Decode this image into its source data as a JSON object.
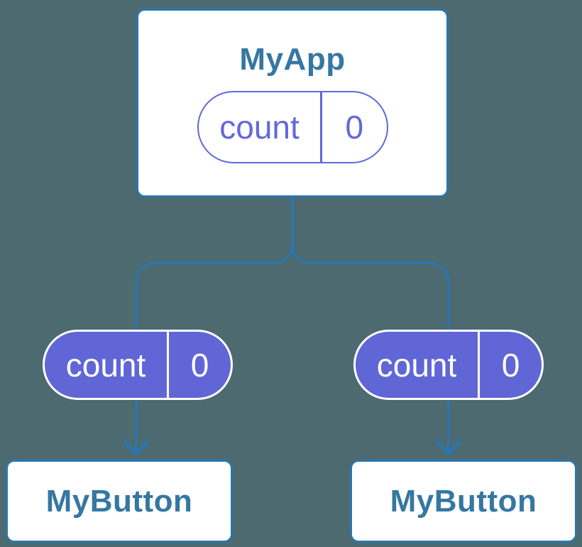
{
  "colors": {
    "background": "#4C6A70",
    "connector_blue": "#2C76AC",
    "title_blue": "#3577A2",
    "pill_purple_fill": "#6166D6",
    "pill_purple_outline": "#6268DB",
    "card_fill": "#FFFFFF"
  },
  "root": {
    "title": "MyApp",
    "state": {
      "name": "count",
      "value": "0"
    }
  },
  "children": [
    {
      "title": "MyButton",
      "state": {
        "name": "count",
        "value": "0"
      }
    },
    {
      "title": "MyButton",
      "state": {
        "name": "count",
        "value": "0"
      }
    }
  ]
}
